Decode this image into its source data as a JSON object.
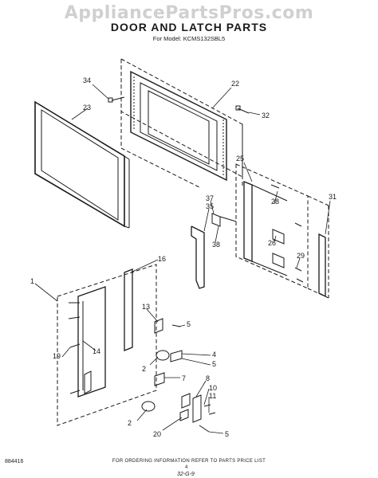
{
  "watermark": "AppliancePartsPros.com",
  "title": "DOOR AND LATCH PARTS",
  "subtitle": "For Model: KCMS132SBL5",
  "footer_note": "FOR ORDERING INFORMATION REFER TO PARTS PRICE LIST",
  "doc_number": "884416",
  "page_number": "4",
  "sheet_code": "32-G-9",
  "callouts": {
    "c34": "34",
    "c23": "23",
    "c22": "22",
    "c32": "32",
    "c25": "25",
    "c31": "31",
    "c28": "28",
    "c37": "37",
    "c35": "35",
    "c38": "38",
    "c26": "26",
    "c29": "29",
    "c16": "16",
    "c1": "1",
    "c13": "13",
    "c5a": "5",
    "c19": "19",
    "c14": "14",
    "c4": "4",
    "c5b": "5",
    "c2a": "2",
    "c7": "7",
    "c8": "8",
    "c10": "10",
    "c11": "11",
    "c2b": "2",
    "c20": "20",
    "c5c": "5"
  }
}
